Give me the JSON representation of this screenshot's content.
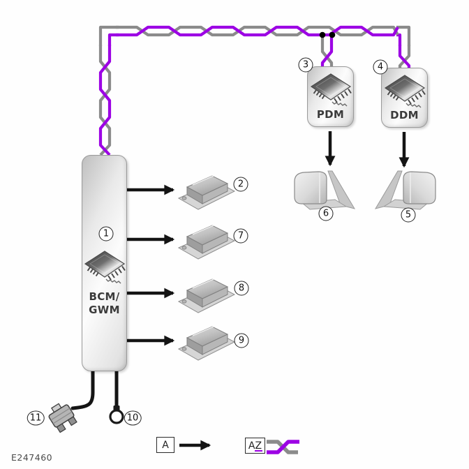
{
  "figure_id": "E247460",
  "colors": {
    "twisted_pair_purple": "#9c00e4",
    "twisted_pair_gray": "#8b8b8b",
    "wire_black": "#141414"
  },
  "modules": {
    "bcm": {
      "label_line1": "BCM/",
      "label_line2": "GWM"
    },
    "pdm": {
      "label": "PDM"
    },
    "ddm": {
      "label": "DDM"
    }
  },
  "callouts": {
    "c1": "1",
    "c2": "2",
    "c3": "3",
    "c4": "4",
    "c5": "5",
    "c6": "6",
    "c7": "7",
    "c8": "8",
    "c9": "9",
    "c10": "10",
    "c11": "11"
  },
  "legend": {
    "circuit_label": "A",
    "twisted_pair_label": "AZ"
  },
  "icons": {
    "module_chip": "microchip-icon",
    "door_latch": "door-latch-icon",
    "door_mirror": "door-mirror-icon",
    "inline_connector": "inline-connector-icon",
    "ring_terminal": "ring-terminal-icon"
  }
}
